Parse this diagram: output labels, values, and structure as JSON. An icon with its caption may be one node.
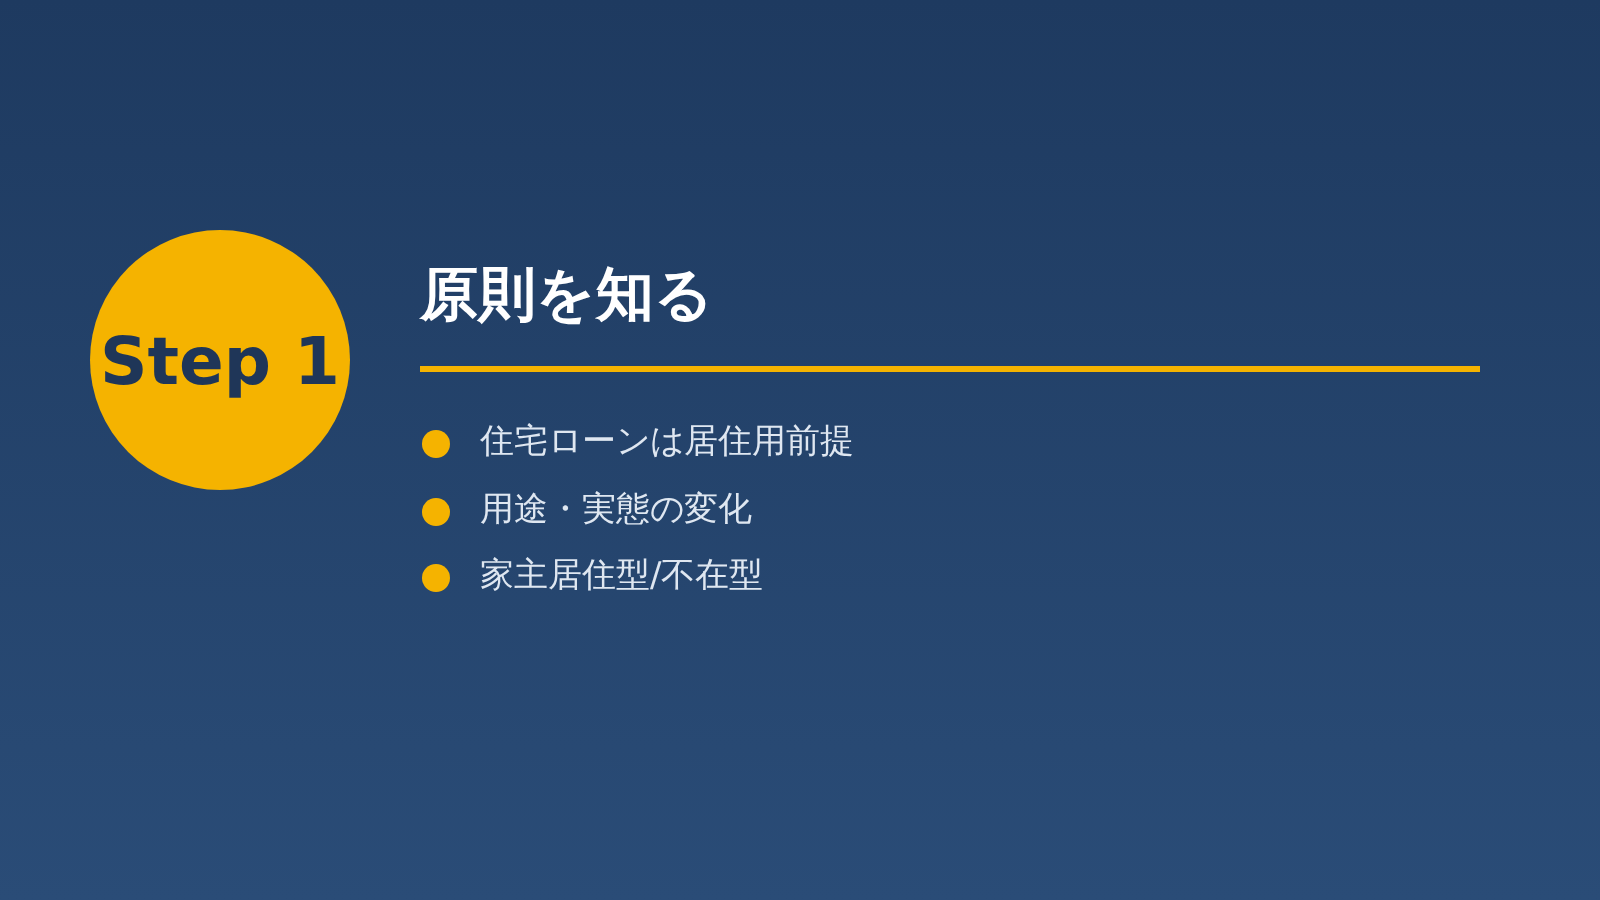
{
  "diagram": {
    "title": "原則を知る",
    "nodes": [
      {
        "text": [
          "Step 1"
        ]
      }
    ],
    "labels": [
      "住宅ローンは居住用前提",
      "用途・実態の変化",
      "家主居住型/不在型"
    ]
  }
}
